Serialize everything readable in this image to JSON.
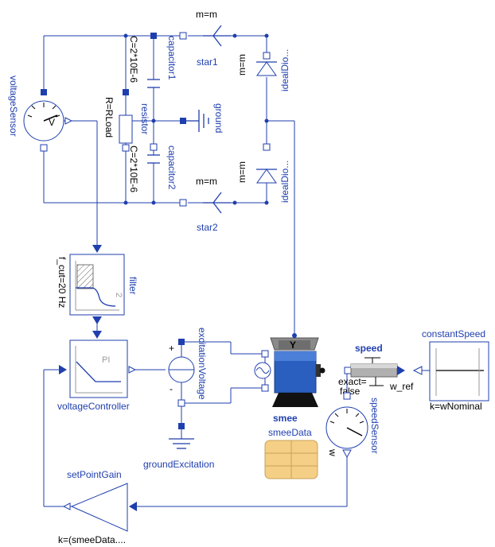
{
  "labels": {
    "star1_param": "m=m",
    "star1": "star1",
    "star2_param": "m=m",
    "star2": "star2",
    "diode1_param": "m=m",
    "diode1": "idealDio...",
    "diode2_param": "m=m",
    "diode2": "idealDio...",
    "capacitor1": "capacitor1",
    "capacitor1_param": "C=2*10E-6",
    "capacitor2": "capacitor2",
    "capacitor2_param": "C=2*10E-6",
    "resistor": "resistor",
    "resistor_param": "R=RLoad",
    "ground": "ground",
    "voltageSensor": "voltageSensor",
    "filter": "filter",
    "filter_param": "f_cut=20 Hz",
    "filter_order": "2",
    "voltageController": "voltageController",
    "pi": "PI",
    "excitationVoltage": "excitationVoltage",
    "plus": "+",
    "minus": "-",
    "groundExcitation": "groundExcitation",
    "smee": "smee",
    "smee_y": "Y",
    "smeeData": "smeeData",
    "speed": "speed",
    "exact": "exact=",
    "exact_val": "false",
    "w_ref": "w_ref",
    "constantSpeed": "constantSpeed",
    "constantSpeed_param": "k=wNominal",
    "speedSensor": "speedSensor",
    "w": "w",
    "setPointGain": "setPointGain",
    "setPointGain_param": "k=(smeeData...."
  },
  "colors": {
    "wire": "#1f3fae",
    "machine": "#2b5fbf",
    "record": "#f5cf86"
  }
}
